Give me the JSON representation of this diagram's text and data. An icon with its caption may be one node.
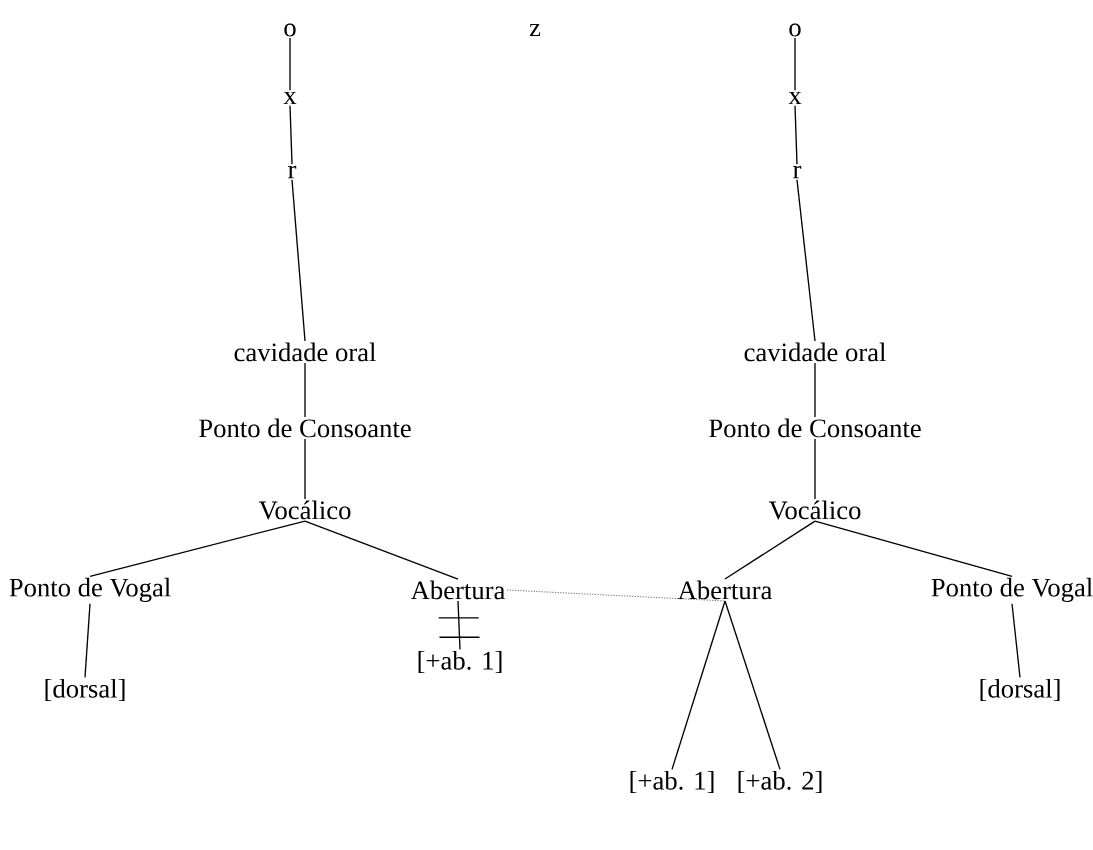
{
  "diagram": {
    "nodes": [
      {
        "text": [
          "o"
        ]
      },
      {
        "text": [
          "z"
        ]
      },
      {
        "text": [
          "o"
        ]
      },
      {
        "text": [
          "x"
        ]
      },
      {
        "text": [
          "x"
        ]
      },
      {
        "text": [
          "r"
        ]
      },
      {
        "text": [
          "r"
        ]
      },
      {
        "text": [
          "cavidade oral"
        ]
      },
      {
        "text": [
          "cavidade oral"
        ]
      },
      {
        "text": [
          "Ponto de Consoante"
        ]
      },
      {
        "text": [
          "Ponto de Consoante"
        ]
      },
      {
        "text": [
          "Vocálico"
        ]
      },
      {
        "text": [
          "Vocálico"
        ]
      },
      {
        "text": [
          "Ponto de Vogal"
        ]
      },
      {
        "text": [
          "Abertura"
        ]
      },
      {
        "text": [
          "Abertura"
        ]
      },
      {
        "text": [
          "Ponto de Vogal"
        ]
      },
      {
        "text": [
          "[+ab. 1]"
        ]
      },
      {
        "text": [
          "[dorsal]"
        ]
      },
      {
        "text": [
          "[dorsal]"
        ]
      },
      {
        "text": [
          "[+ab. 1]"
        ]
      },
      {
        "text": [
          "[+ab. 2]"
        ]
      }
    ],
    "edges": [
      {
        "from": 0,
        "to": 3,
        "arrow": "none"
      },
      {
        "from": 3,
        "to": 5,
        "arrow": "none"
      },
      {
        "from": 5,
        "to": 7,
        "arrow": "none"
      },
      {
        "from": 7,
        "to": 9,
        "arrow": "none"
      },
      {
        "from": 9,
        "to": 11,
        "arrow": "none"
      },
      {
        "from": 11,
        "to": 13,
        "arrow": "none"
      },
      {
        "from": 11,
        "to": 14,
        "arrow": "none"
      },
      {
        "from": 13,
        "to": 18,
        "arrow": "none"
      },
      {
        "from": 14,
        "to": 17,
        "arrow": "none"
      },
      {
        "from": 14,
        "to": 15,
        "arrow": "none",
        "style": "dashed"
      },
      {
        "from": 2,
        "to": 4,
        "arrow": "none"
      },
      {
        "from": 4,
        "to": 6,
        "arrow": "none"
      },
      {
        "from": 6,
        "to": 8,
        "arrow": "none"
      },
      {
        "from": 8,
        "to": 10,
        "arrow": "none"
      },
      {
        "from": 10,
        "to": 12,
        "arrow": "none"
      },
      {
        "from": 12,
        "to": 15,
        "arrow": "none"
      },
      {
        "from": 12,
        "to": 16,
        "arrow": "none"
      },
      {
        "from": 16,
        "to": 19,
        "arrow": "none"
      },
      {
        "from": 15,
        "to": 20,
        "arrow": "none"
      },
      {
        "from": 15,
        "to": 21,
        "arrow": "none"
      }
    ]
  }
}
